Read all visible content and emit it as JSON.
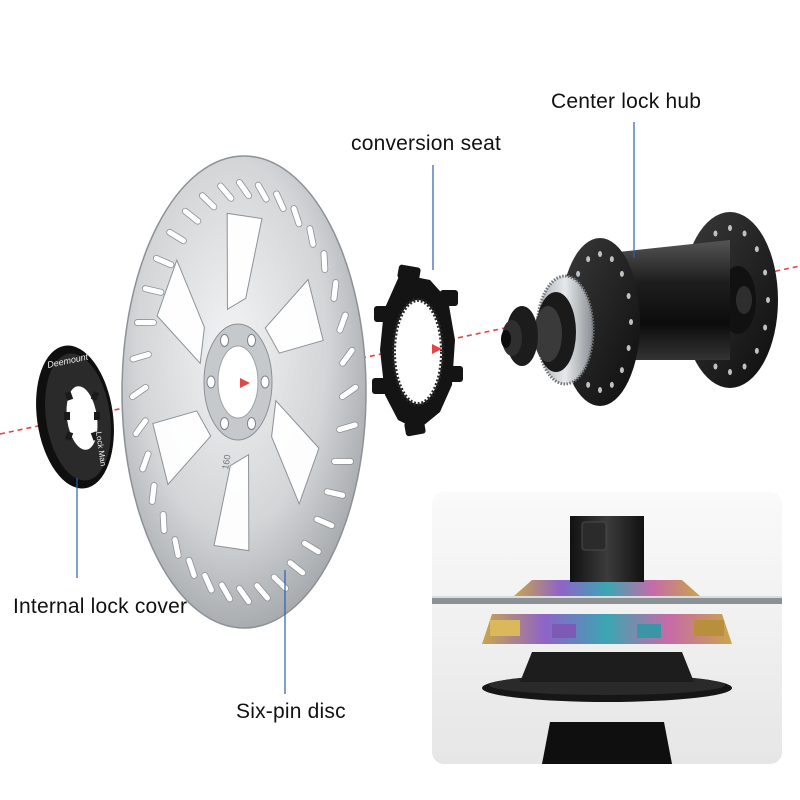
{
  "labels": {
    "center_lock_hub": "Center lock hub",
    "conversion_seat": "conversion seat",
    "internal_lock_cover": "Internal lock cover",
    "six_pin_disc": "Six-pin disc"
  },
  "parts": {
    "lock_cover_brand": "Deemount",
    "lock_cover_marking": "Lock Man",
    "disc_size": "160"
  },
  "colors": {
    "leader_line": "#2b5fb0",
    "axis_line": "#e24646",
    "label_text": "#111111",
    "disc_steel": "#d4d6d8",
    "component_black": "#1b1b1b",
    "inset_background": "#f2f2f2"
  }
}
